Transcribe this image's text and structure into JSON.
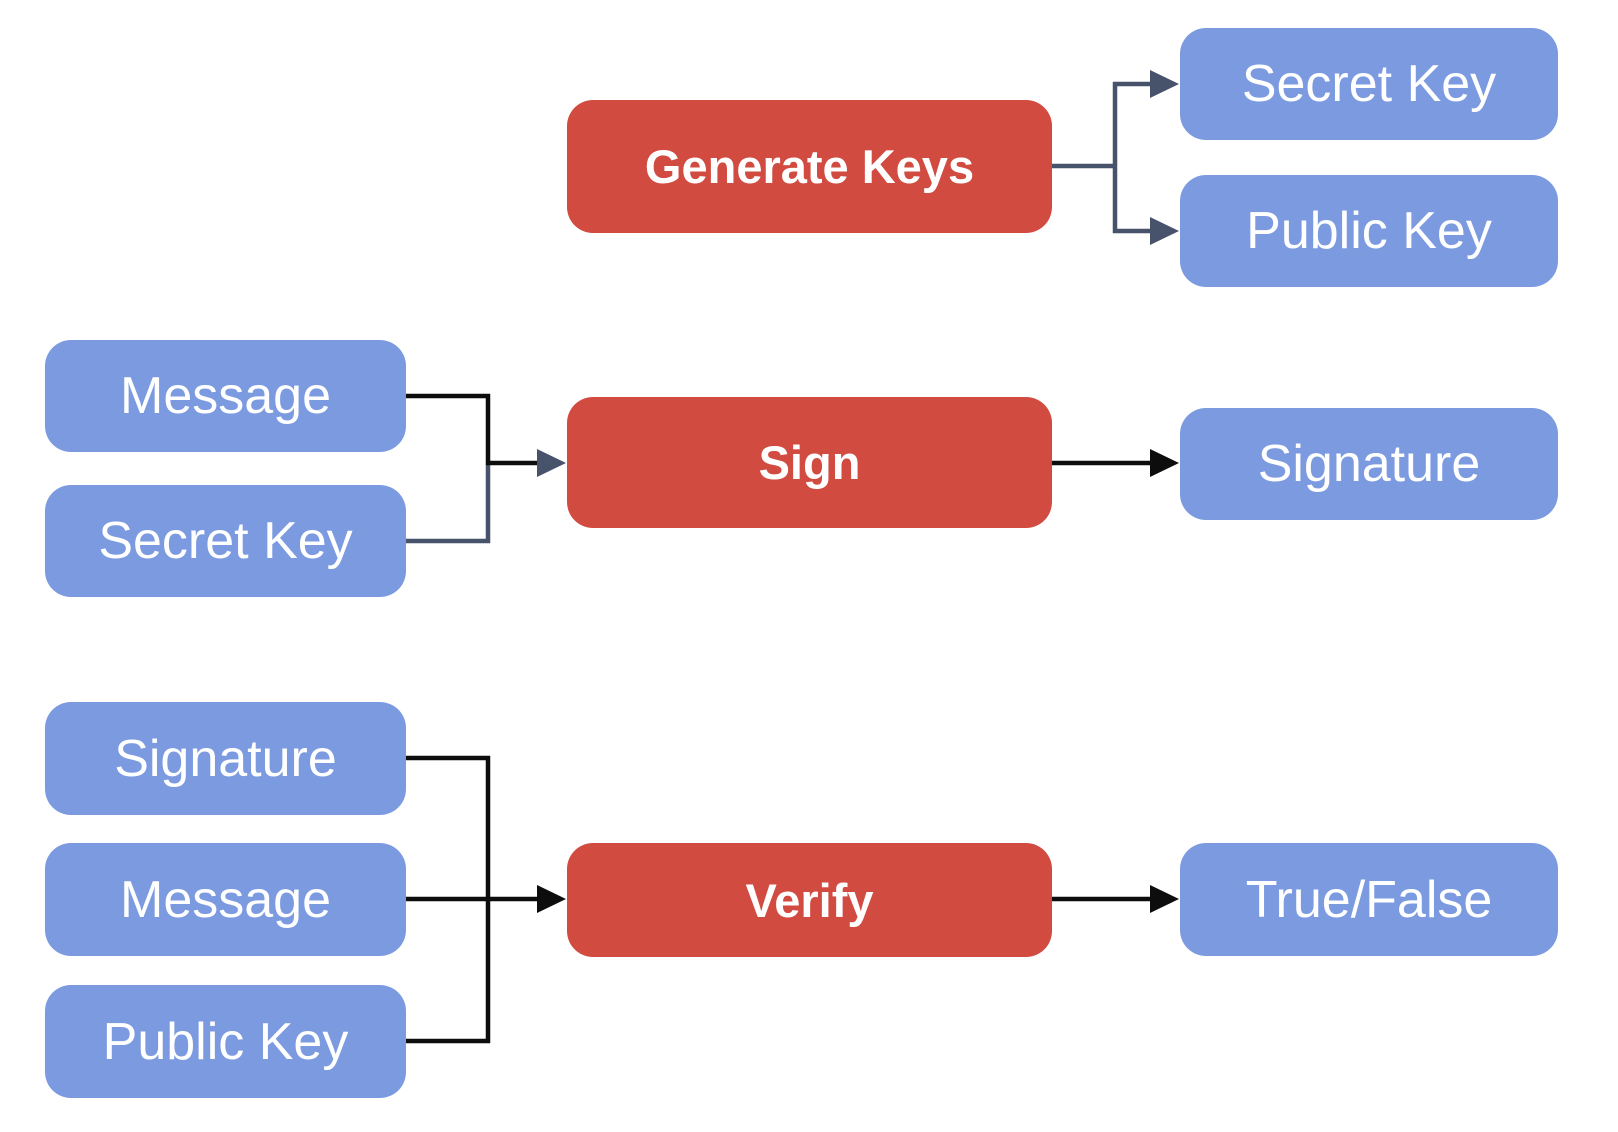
{
  "diagram": {
    "colors": {
      "operation_fill": "#D14B41",
      "data_fill": "#7B9AE0",
      "label_text": "#FFFFFF",
      "connector_slate": "#46536B",
      "connector_black": "#0D0D0D",
      "background": "#FFFFFF"
    },
    "nodes": {
      "generate_keys": "Generate Keys",
      "gen_out_secret_key": "Secret Key",
      "gen_out_public_key": "Public Key",
      "sign_in_message": "Message",
      "sign_in_secret_key": "Secret Key",
      "sign": "Sign",
      "sign_out_signature": "Signature",
      "verify_in_signature": "Signature",
      "verify_in_message": "Message",
      "verify_in_public_key": "Public Key",
      "verify": "Verify",
      "verify_out_true_false": "True/False"
    },
    "edges": [
      {
        "from": "Generate Keys",
        "to": "Secret Key"
      },
      {
        "from": "Generate Keys",
        "to": "Public Key"
      },
      {
        "from": "Message",
        "to": "Sign"
      },
      {
        "from": "Secret Key",
        "to": "Sign"
      },
      {
        "from": "Sign",
        "to": "Signature"
      },
      {
        "from": "Signature",
        "to": "Verify"
      },
      {
        "from": "Message",
        "to": "Verify"
      },
      {
        "from": "Public Key",
        "to": "Verify"
      },
      {
        "from": "Verify",
        "to": "True/False"
      }
    ]
  }
}
